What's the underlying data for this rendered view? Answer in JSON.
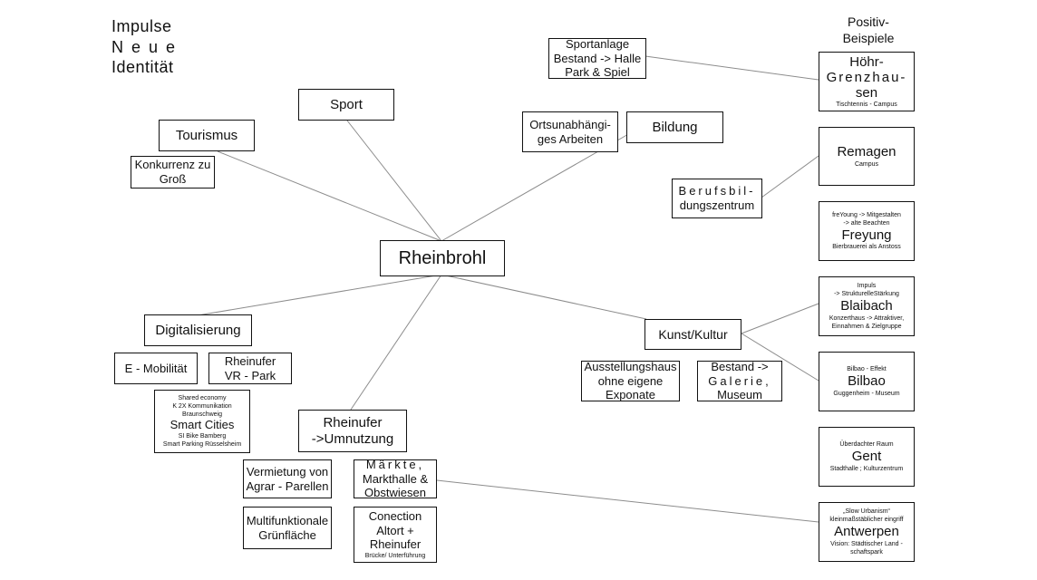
{
  "heading": {
    "line1": "Impulse",
    "line2": "Neue",
    "line3": "Identität"
  },
  "positive_header": {
    "line1": "Positiv-",
    "line2": "Beispiele"
  },
  "center": "Rheinbrohl",
  "branches": {
    "sport": "Sport",
    "tourismus": "Tourismus",
    "bildung": "Bildung",
    "digitalisierung": "Digitalisierung",
    "rheinufer": {
      "line1": "Rheinufer",
      "line2": "->Umnutzung"
    },
    "kunst": "Kunst/Kultur"
  },
  "ideas": {
    "sportanlage": {
      "line1": "Sportanlage",
      "line2": "Bestand   -> Halle",
      "line3": "Park & Spiel"
    },
    "konkurrenz": {
      "line1": "Konkurrenz zu",
      "line2": "Groß"
    },
    "ortsunabhaengig": {
      "line1": "Ortsunabhängi-",
      "line2": "ges Arbeiten"
    },
    "berufsbildung": {
      "line1": "Berufsbil-",
      "line2": "dungszentrum"
    },
    "emobil": "E - Mobilität",
    "rheinufer_vr": {
      "line1": "Rheinufer",
      "line2": "VR - Park"
    },
    "smart_cities": {
      "note1": "Shared economy",
      "note2": "K 2X Kommunikation",
      "note3": "Braunschweig",
      "title": "Smart Cities",
      "note4": "SI Bike Bamberg",
      "note5": "Smart Parking Rüsselsheim"
    },
    "vermietung": {
      "line1": "Vermietung von",
      "line2": "Agrar - Parellen"
    },
    "maerkte": {
      "line1": "Märkte,",
      "line2": "Markthalle  &",
      "line3": "Obstwiesen"
    },
    "multifunktional": {
      "line1": "Multifunktionale",
      "line2": "Grünfläche"
    },
    "conection": {
      "line1": "Conection",
      "line2": "Altort +",
      "line3": "Rheinufer",
      "note": "Brücke/ Unterführung"
    },
    "ausstellung": {
      "line1": "Ausstellungshaus",
      "line2": "ohne eigene",
      "line3": "Exponate"
    },
    "galerie": {
      "line1": "Bestand ->",
      "line2": "Galerie,",
      "line3": "Museum"
    }
  },
  "examples": {
    "hoehr": {
      "line1": "Höhr-",
      "line2": "Grenzhau-",
      "line3": "sen",
      "note": "Tischtennis - Campus"
    },
    "remagen": {
      "title": "Remagen",
      "note": "Campus"
    },
    "freyung": {
      "note1": "freYoung -> Mitgestalten",
      "note2": "-> alte Beachten",
      "title": "Freyung",
      "note3": "Bierbrauerei als Anstoss"
    },
    "blaibach": {
      "note1": "Impuls",
      "note2": "-> StrukturelleStärkung",
      "title": "Blaibach",
      "note3": "Konzerthaus -> Attraktiver,",
      "note4": "Einnahmen & Zielgruppe"
    },
    "bilbao": {
      "note1": "Bilbao - Effekt",
      "title": "Bilbao",
      "note2": "Guggenheim - Museum"
    },
    "gent": {
      "note1": "Überdachter Raum",
      "title": "Gent",
      "note2": "Stadthalle ; Kulturzentrum"
    },
    "antwerpen": {
      "note1": "„Slow Urbanism“",
      "note2": "kleinmaßstäblicher eingriff",
      "title": "Antwerpen",
      "note3": "Vision:   Städtischer   Land -",
      "note4": "schaftspark"
    }
  },
  "colors": {
    "line": "#8c8c8c",
    "border": "#111111",
    "text": "#111111"
  }
}
